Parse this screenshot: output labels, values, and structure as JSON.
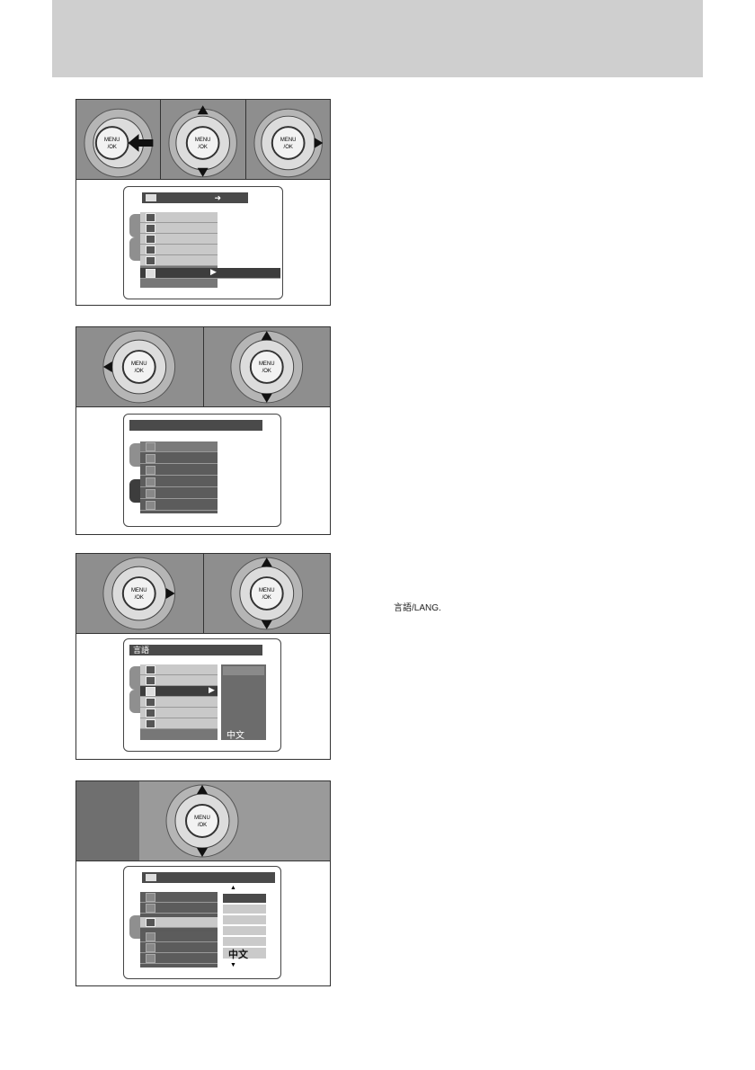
{
  "control": {
    "label_line1": "MENU",
    "label_line2": "/OK"
  },
  "step3": {
    "menu_title": "言語",
    "last_option": "中文"
  },
  "step4": {
    "last_option": "中文"
  },
  "side_note": "言語/LANG."
}
